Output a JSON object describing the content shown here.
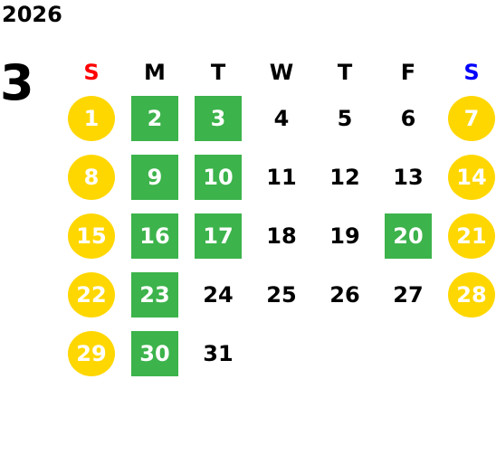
{
  "calendar": {
    "year": "2026",
    "month": "3",
    "weekdays": [
      {
        "label": "S",
        "color": "#FF0000"
      },
      {
        "label": "M",
        "color": "#000000"
      },
      {
        "label": "T",
        "color": "#000000"
      },
      {
        "label": "W",
        "color": "#000000"
      },
      {
        "label": "T",
        "color": "#000000"
      },
      {
        "label": "F",
        "color": "#000000"
      },
      {
        "label": "S",
        "color": "#0000FF"
      }
    ],
    "colors": {
      "weekend_circle": "#FFD700",
      "highlight_square": "#3CB34B"
    },
    "days": [
      {
        "day": "1",
        "style": "weekend"
      },
      {
        "day": "2",
        "style": "green"
      },
      {
        "day": "3",
        "style": "green"
      },
      {
        "day": "4",
        "style": "plain"
      },
      {
        "day": "5",
        "style": "plain"
      },
      {
        "day": "6",
        "style": "plain"
      },
      {
        "day": "7",
        "style": "weekend"
      },
      {
        "day": "8",
        "style": "weekend"
      },
      {
        "day": "9",
        "style": "green"
      },
      {
        "day": "10",
        "style": "green"
      },
      {
        "day": "11",
        "style": "plain"
      },
      {
        "day": "12",
        "style": "plain"
      },
      {
        "day": "13",
        "style": "plain"
      },
      {
        "day": "14",
        "style": "weekend"
      },
      {
        "day": "15",
        "style": "weekend"
      },
      {
        "day": "16",
        "style": "green"
      },
      {
        "day": "17",
        "style": "green"
      },
      {
        "day": "18",
        "style": "plain"
      },
      {
        "day": "19",
        "style": "plain"
      },
      {
        "day": "20",
        "style": "green"
      },
      {
        "day": "21",
        "style": "weekend"
      },
      {
        "day": "22",
        "style": "weekend"
      },
      {
        "day": "23",
        "style": "green"
      },
      {
        "day": "24",
        "style": "plain"
      },
      {
        "day": "25",
        "style": "plain"
      },
      {
        "day": "26",
        "style": "plain"
      },
      {
        "day": "27",
        "style": "plain"
      },
      {
        "day": "28",
        "style": "weekend"
      },
      {
        "day": "29",
        "style": "weekend"
      },
      {
        "day": "30",
        "style": "green"
      },
      {
        "day": "31",
        "style": "plain"
      }
    ]
  }
}
